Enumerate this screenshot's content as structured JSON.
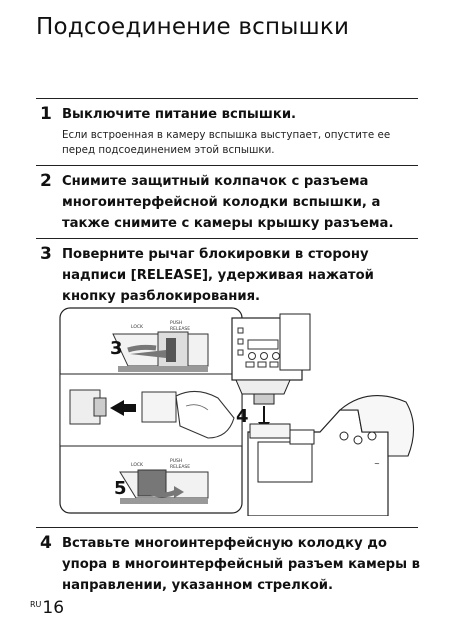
{
  "page": {
    "title": "Подсоединение вспышки",
    "page_prefix": "RU",
    "page_number": "16"
  },
  "steps": [
    {
      "number": "1",
      "text": "Выключите питание вспышки.",
      "note": "Если встроенная в камеру вспышка выступает, опустите ее перед подсоединением этой вспышки."
    },
    {
      "number": "2",
      "text": "Снимите защитный колпачок с разъема многоинтерфейсной колодки вспышки, а также снимите с камеры крышку разъема."
    },
    {
      "number": "3",
      "text": "Поверните рычаг блокировки в сторону надписи [RELEASE], удерживая нажатой кнопку разблокирования."
    },
    {
      "number": "4",
      "text": "Вставьте многоинтерфейсную колодку до упора в многоинтерфейсный разъем камеры в направлении, указанном стрелкой."
    }
  ],
  "figure": {
    "callout_3": "3",
    "callout_4": "4",
    "callout_5": "5",
    "lever_label_lock": "LOCK",
    "lever_label_push": "PUSH",
    "lever_label_release": "RELEASE"
  }
}
